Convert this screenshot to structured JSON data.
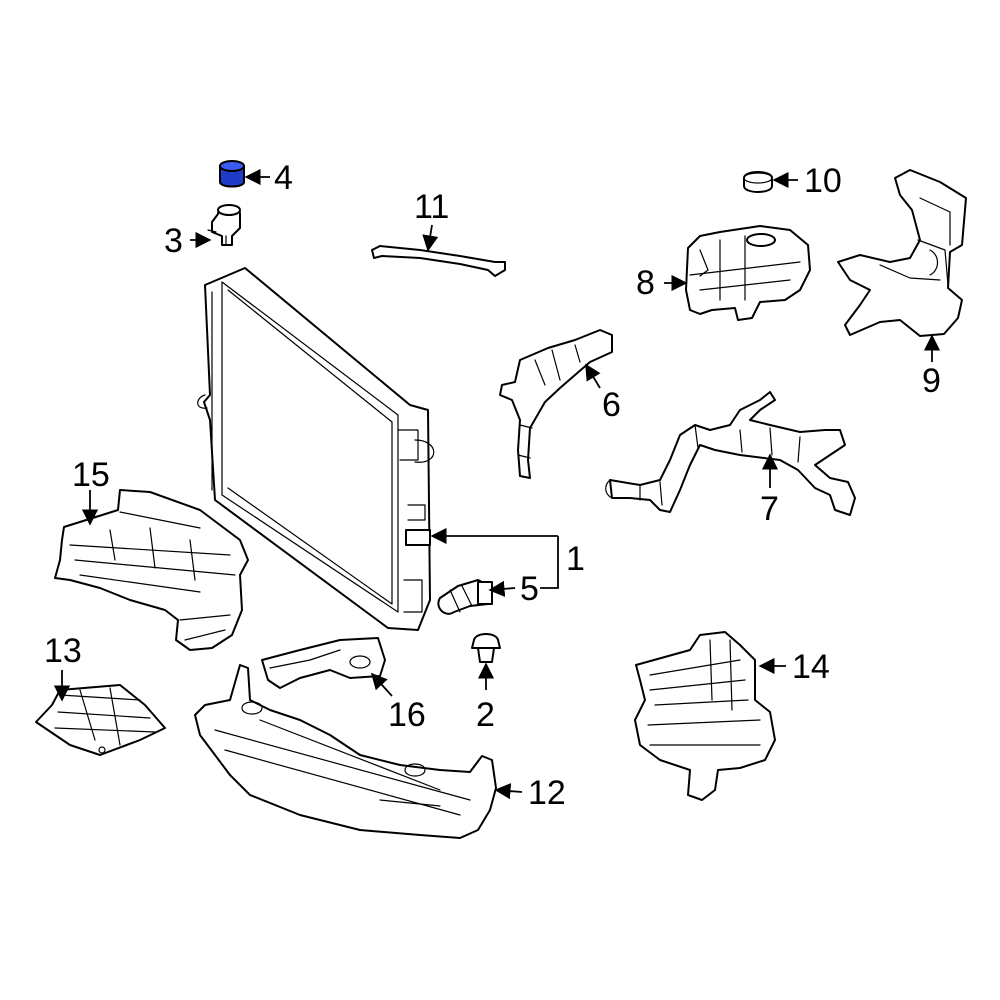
{
  "diagram": {
    "highlight_color": "#1f3cc8",
    "callouts": {
      "c1": "1",
      "c2": "2",
      "c3": "3",
      "c4": "4",
      "c5": "5",
      "c6": "6",
      "c7": "7",
      "c8": "8",
      "c9": "9",
      "c10": "10",
      "c11": "11",
      "c12": "12",
      "c13": "13",
      "c14": "14",
      "c15": "15",
      "c16": "16"
    }
  }
}
